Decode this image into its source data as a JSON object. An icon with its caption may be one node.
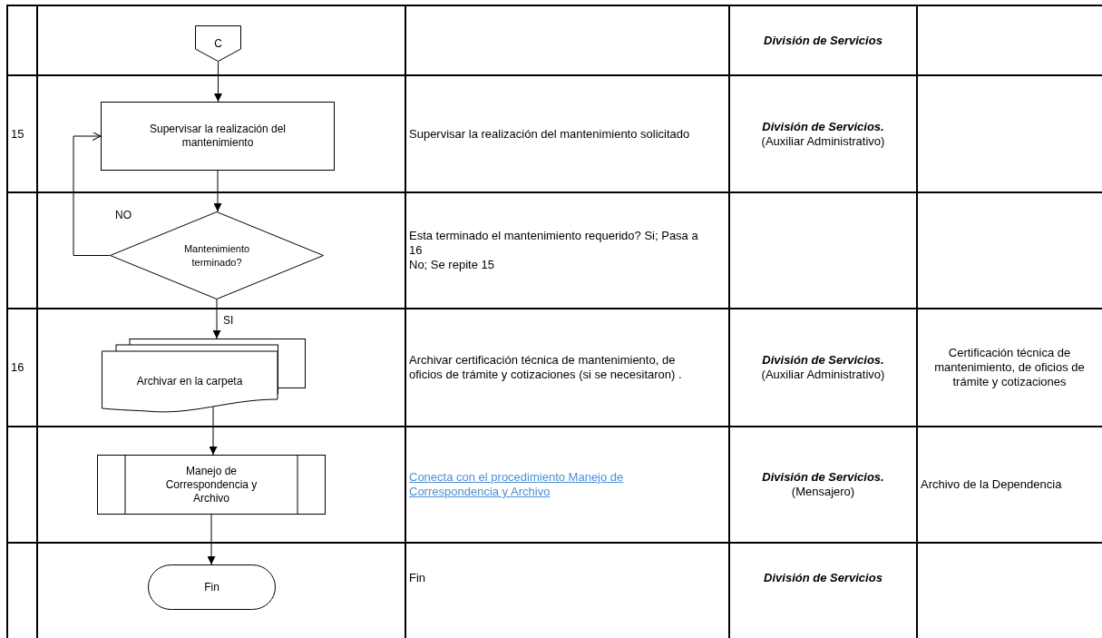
{
  "diagram": {
    "nodes": [
      {
        "text": [
          "C"
        ]
      },
      {
        "text": [
          "Supervisar la realización del mantenimiento"
        ]
      },
      {
        "text": [
          "Mantenimiento terminado?"
        ]
      },
      {
        "text": [
          "Archivar en la carpeta"
        ]
      },
      {
        "text": [
          "Manejo de Correspondencia y Archivo"
        ]
      },
      {
        "text": [
          "Fin"
        ]
      }
    ],
    "edges": [
      {
        "from": 0,
        "to": 1,
        "arrow": "to"
      },
      {
        "from": 1,
        "to": 2,
        "arrow": "to"
      },
      {
        "from": 2,
        "to": 1,
        "arrow": "to",
        "label": "NO"
      },
      {
        "from": 2,
        "to": 3,
        "arrow": "to",
        "label": "SI"
      },
      {
        "from": 3,
        "to": 4,
        "arrow": "to"
      },
      {
        "from": 4,
        "to": 5,
        "arrow": "to"
      }
    ],
    "labels": [
      "División de Servicios",
      "15",
      "Supervisar la realización del mantenimiento solicitado",
      "División de Servicios.",
      "(Auxiliar Administrativo)",
      "Esta terminado el mantenimiento requerido? Si; Pasa a 16",
      "No; Se repite 15",
      "16",
      "Archivar certificación técnica de mantenimiento, de oficios de trámite y cotizaciones (si se necesitaron) .",
      "División de Servicios.",
      "(Auxiliar Administrativo)",
      "Certificación técnica de mantenimiento, de oficios de trámite y cotizaciones",
      "Conecta con el procedimiento Manejo de Correspondencia y Archivo",
      "División de Servicios.",
      "(Mensajero)",
      "Archivo de la Dependencia",
      "Fin",
      "División de Servicios"
    ]
  }
}
